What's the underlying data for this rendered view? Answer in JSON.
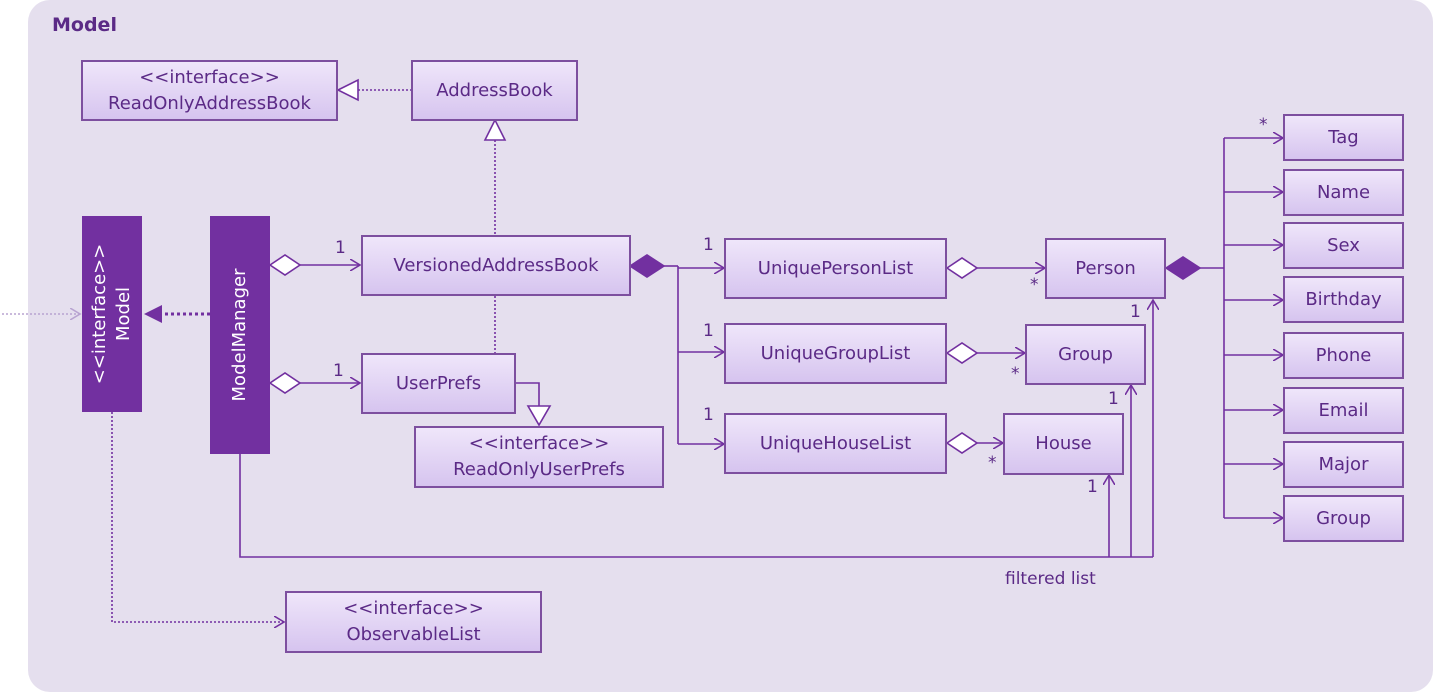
{
  "package": {
    "title": "Model"
  },
  "classes": {
    "read_only_address_book": {
      "stereotype": "<<interface>>",
      "name": "ReadOnlyAddressBook"
    },
    "address_book": {
      "name": "AddressBook"
    },
    "model": {
      "stereotype": "<<interface>>",
      "name": "Model"
    },
    "model_manager": {
      "name": "ModelManager"
    },
    "versioned_address_book": {
      "name": "VersionedAddressBook"
    },
    "user_prefs": {
      "name": "UserPrefs"
    },
    "read_only_user_prefs": {
      "stereotype": "<<interface>>",
      "name": "ReadOnlyUserPrefs"
    },
    "unique_person_list": {
      "name": "UniquePersonList"
    },
    "unique_group_list": {
      "name": "UniqueGroupList"
    },
    "unique_house_list": {
      "name": "UniqueHouseList"
    },
    "person": {
      "name": "Person"
    },
    "group": {
      "name": "Group"
    },
    "house": {
      "name": "House"
    },
    "observable_list": {
      "stereotype": "<<interface>>",
      "name": "ObservableList"
    },
    "attributes": [
      "Tag",
      "Name",
      "Sex",
      "Birthday",
      "Phone",
      "Email",
      "Major",
      "Group"
    ]
  },
  "multiplicities": {
    "manager_versioned": "1",
    "manager_userprefs": "1",
    "person_list": "1",
    "group_list": "1",
    "house_list": "1",
    "person_many": "*",
    "group_many": "*",
    "house_many": "*",
    "person_filtered": "1",
    "group_filtered": "1",
    "house_filtered": "1",
    "tag_many": "*"
  },
  "edge_labels": {
    "filtered_list": "filtered list"
  },
  "colors": {
    "background": "#e5dfee",
    "line": "#7230a0",
    "text": "#5b2a86",
    "dark_box": "#7230a0"
  }
}
